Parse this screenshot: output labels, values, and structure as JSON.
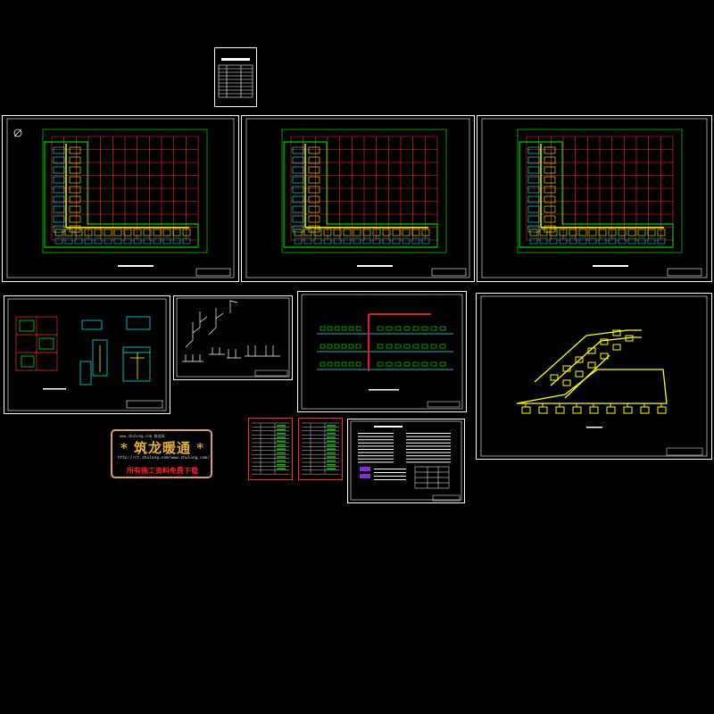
{
  "canvas": {
    "background": "#000000"
  },
  "colors": {
    "frame": "#ffffff",
    "grid": "#ff2a2a",
    "wall": "#00ff00",
    "duct": "#ffff00",
    "cyan": "#00ffff",
    "riser": "#ff2020",
    "logo_border": "#d9a066",
    "logo_text": "#e8b13c"
  },
  "watermark": {
    "site_line": "www.zhulong.com  筑龙网",
    "tag": "",
    "title": "* 筑龙暖通 *",
    "url": "http://ct.zhulong.com/www.zhulong.com/",
    "footer": "所有施工资料免费下载"
  },
  "sheets": [
    {
      "id": "cover-index",
      "kind": "table"
    },
    {
      "id": "floor-plan-1",
      "kind": "floor-plan"
    },
    {
      "id": "floor-plan-2",
      "kind": "floor-plan"
    },
    {
      "id": "floor-plan-3",
      "kind": "floor-plan"
    },
    {
      "id": "detail-sections",
      "kind": "detail"
    },
    {
      "id": "riser-diagram",
      "kind": "riser"
    },
    {
      "id": "system-elevation",
      "kind": "elevation"
    },
    {
      "id": "isometric-system",
      "kind": "isometric"
    },
    {
      "id": "equipment-table-a",
      "kind": "table"
    },
    {
      "id": "equipment-table-b",
      "kind": "table"
    },
    {
      "id": "design-notes",
      "kind": "notes"
    }
  ]
}
